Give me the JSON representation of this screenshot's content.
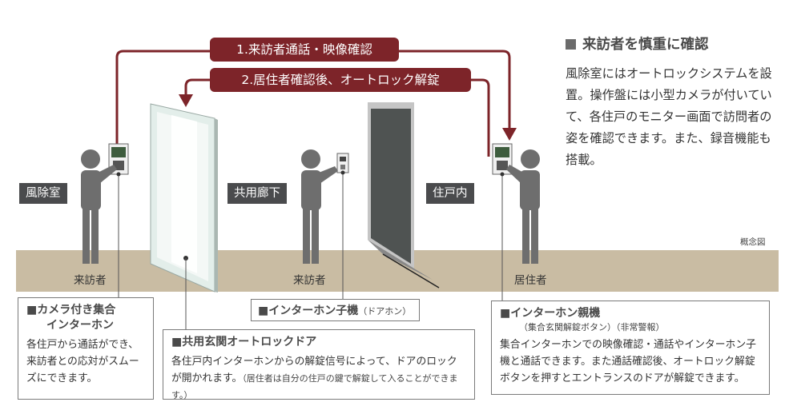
{
  "arrows": {
    "step1": "1.来訪者通話・映像確認",
    "step2": "2.居住者確認後、オートロック解錠"
  },
  "locations": {
    "vestibule": "風除室",
    "corridor": "共用廊下",
    "residence": "住戸内"
  },
  "people": {
    "visitor_vestibule": "来訪者",
    "visitor_corridor": "来訪者",
    "resident": "居住者"
  },
  "note": "概念図",
  "panel": {
    "title": "来訪者を慎重に確認",
    "body": "風除室にはオートロックシステムを設置。操作盤には小型カメラが付いていて、各住戸のモニター画面で訪問者の姿を確認できます。また、録音機能も搭載。"
  },
  "callouts": {
    "camera_intercom": {
      "title1": "■カメラ付き集合",
      "title2": "インターホン",
      "body": "各住戸から通話ができ、来訪者との応対がスムーズにできます。"
    },
    "door": {
      "title": "■共用玄関オートロックドア",
      "body": "各住戸内インターホンからの解錠信号によって、ドアのロックが開かれます。",
      "sub": "（居住者は自分の住戸の鍵で解錠して入ることができます。）"
    },
    "handset": {
      "title": "■インターホン子機",
      "sub": "（ドアホン）"
    },
    "master": {
      "title": "■インターホン親機",
      "sub": "（集合玄関解錠ボタン）（非常警報）",
      "body": "集合インターホンでの映像確認・通話やインターホン子機と通話できます。また通話確認後、オートロック解錠ボタンを押すとエントランスのドアが解錠できます。"
    }
  },
  "colors": {
    "accent": "#7d2429",
    "floor": "#c9bca3",
    "figure": "#6e6e6e",
    "label_bg": "#4a4b4d"
  }
}
